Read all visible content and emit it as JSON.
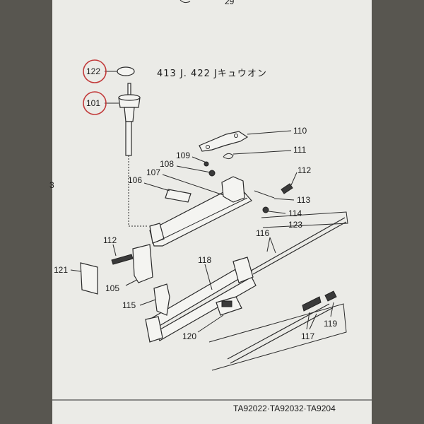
{
  "header": {
    "fragment": "29"
  },
  "note": "413 J. 422 Jキュウオン",
  "footer": "TA92022·TA92032·TA9204",
  "left_fragment": "3",
  "labels": {
    "p101": "101",
    "p105": "105",
    "p106": "106",
    "p107": "107",
    "p108": "108",
    "p109": "109",
    "p110": "110",
    "p111": "111",
    "p112a": "112",
    "p112b": "112",
    "p113": "113",
    "p114": "114",
    "p115": "115",
    "p116": "116",
    "p117": "117",
    "p118": "118",
    "p119": "119",
    "p120": "120",
    "p121": "121",
    "p122": "122",
    "p123": "123"
  },
  "highlight_color": "#c23a3a"
}
